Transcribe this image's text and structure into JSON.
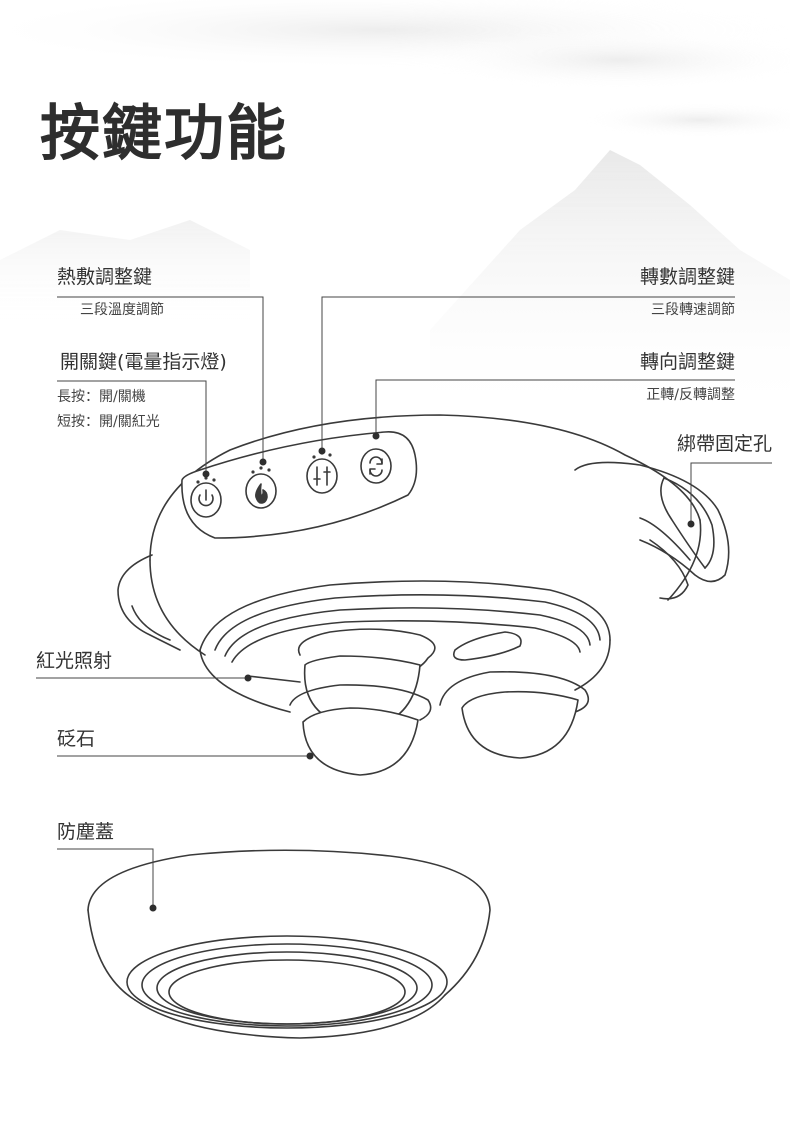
{
  "page": {
    "title": "按鍵功能"
  },
  "labels": {
    "heat": {
      "name": "熱敷調整鍵",
      "desc": "三段溫度調節"
    },
    "speed": {
      "name": "轉數調整鍵",
      "desc": "三段轉速調節"
    },
    "power": {
      "name": "開關鍵(電量指示燈)",
      "desc1": "長按：開/關機",
      "desc2": "短按：開/關紅光"
    },
    "direction": {
      "name": "轉向調整鍵",
      "desc": "正轉/反轉調整"
    },
    "strap": {
      "name": "綁帶固定孔"
    },
    "red_light": {
      "name": "紅光照射"
    },
    "stone": {
      "name": "砭石"
    },
    "dust_cover": {
      "name": "防塵蓋"
    }
  },
  "icons": {
    "power_button": "power-icon",
    "heat_button": "flame-icon",
    "speed_button": "sliders-icon",
    "direction_button": "rotate-icon"
  },
  "colors": {
    "line": "#3a3a3a",
    "text": "#333333",
    "background": "#ffffff",
    "mist": "#e9e9e9"
  }
}
